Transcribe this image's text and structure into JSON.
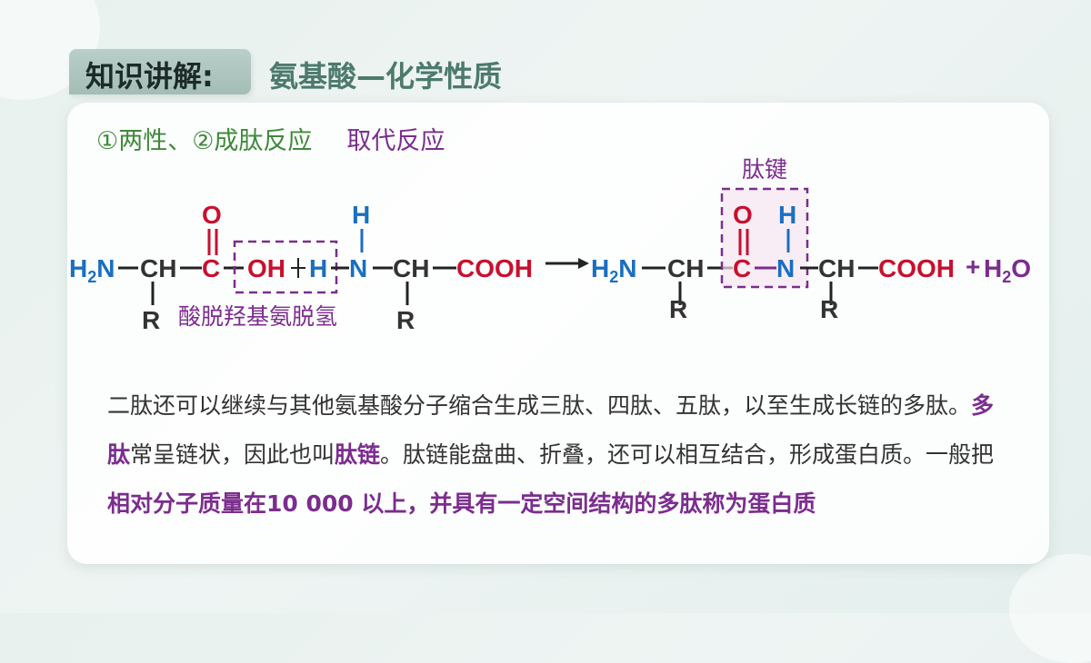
{
  "header": {
    "tag_text": "知识讲解:",
    "topic": "氨基酸—化学性质"
  },
  "properties": {
    "item1": "①两性、②成肽反应",
    "item2": "取代反应"
  },
  "reaction": {
    "left_h2n_h": "H",
    "left_h2n_sub": "2",
    "left_h2n_n": "N",
    "ch": "CH",
    "c": "C",
    "o": "O",
    "oh": "OH",
    "h": "H",
    "n": "N",
    "r": "R",
    "cooh": "COOH",
    "plus": "+",
    "water_h": "H",
    "water_sub": "2",
    "water_o": "O",
    "removal_label": "酸脱羟基氨脱氢",
    "bond_label": "肽键"
  },
  "paragraph": {
    "p1": "二肽还可以继续与其他氨基酸分子缩合生成三肽、四肽、五肽，以至生成长链的多肽。",
    "hl1": "多肽",
    "p2": "常呈链状，因此也叫",
    "hl2": "肽链",
    "p3": "。肽链能盘曲、折叠，还可以相互结合，形成蛋白质。一般把",
    "hl3": "相对分子质量在10 000 以上，并具有一定空间结构的多肽称为蛋白质"
  },
  "colors": {
    "blue": "#1a6fbf",
    "red": "#c8102e",
    "purple": "#7b2d8e",
    "green": "#3f8a3a",
    "dark": "#333333"
  }
}
